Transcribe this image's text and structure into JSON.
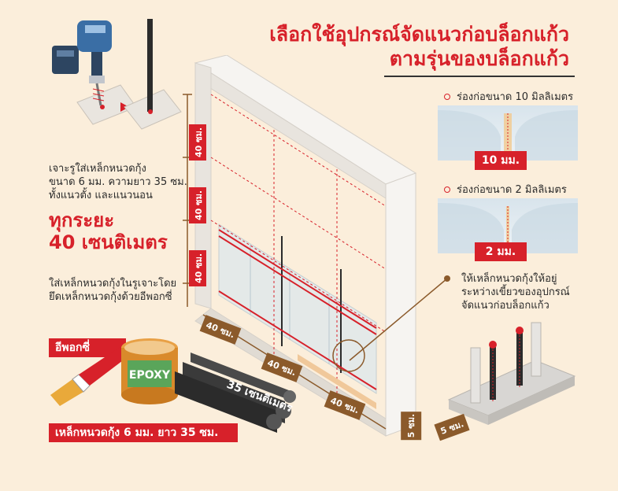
{
  "title": {
    "line1": "เลือกใช้อุปกรณ์จัดแนวก่อบล็อกแก้ว",
    "line2": "ตามรุ่นของบล็อกแก้ว"
  },
  "steps": {
    "drill_text_1": "เจาะรูใส่เหล็กหนวดกุ้ง",
    "drill_text_2": "ขนาด 6 มม. ความยาว 35 ซม.",
    "drill_text_3": "ทั้งแนวตั้ง และแนวนอน",
    "interval_line1": "ทุกระยะ",
    "interval_line2": "40 เซนติเมตร",
    "epoxy_text_1": "ใส่เหล็กหนวดกุ้งในรูเจาะโดย",
    "epoxy_text_2": "ยึดเหล็กหนวดกุ้งด้วยอีพอกซี่"
  },
  "labels": {
    "epoxy": "อีพอกซี่",
    "epoxy_can": "EPOXY",
    "rebar_length": "35 เซนติเมตร",
    "rebar_spec": "เหล็กหนวดกุ้ง 6 มม. ยาว 35 ซม."
  },
  "dimensions": {
    "vertical": [
      "40 ซม.",
      "40 ซม.",
      "40 ซม."
    ],
    "horizontal": [
      "40 ซม.",
      "40 ซม.",
      "40 ซม."
    ],
    "edge": "5 ซม.",
    "edge_detail": "5 ซม."
  },
  "gaps": [
    {
      "caption": "ร่องก่อขนาด 10 มิลลิเมตร",
      "label": "10 มม."
    },
    {
      "caption": "ร่องก่อขนาด 2 มิลลิเมตร",
      "label": "2 มม."
    }
  ],
  "callout": {
    "line1": "ให้เหล็กหนวดกุ้งให้อยู่",
    "line2": "ระหว่างเขี้ยวของอุปกรณ์",
    "line3": "จัดแนวก่อบล็อกแก้ว"
  },
  "colors": {
    "background": "#fbeedb",
    "accent_red": "#d7212a",
    "dimension_brown": "#8b5a2b",
    "frame": "#f1efec"
  },
  "icons": [
    "drill-icon",
    "rebar-icon",
    "arrow-right-icon",
    "epoxy-can-icon",
    "brush-icon",
    "rebar-bundle-icon",
    "alignment-clip-icon"
  ]
}
